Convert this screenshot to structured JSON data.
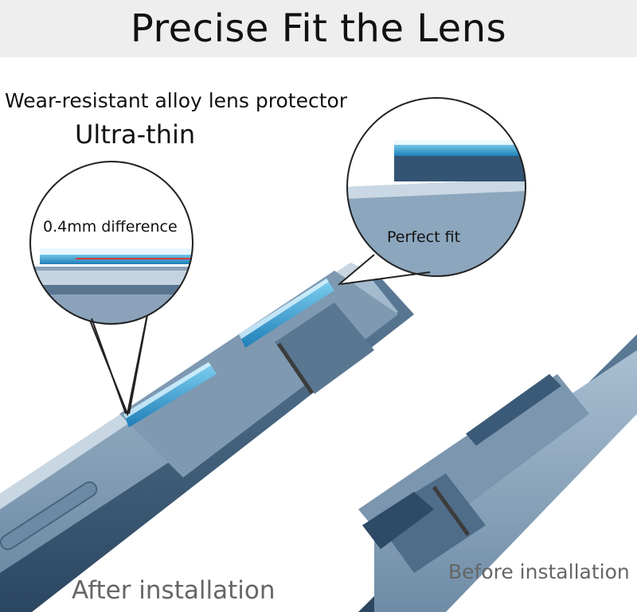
{
  "title": "Precise Fit the Lens",
  "captions": {
    "material": "Wear-resistant alloy lens protector",
    "thickness": "Ultra-thin",
    "difference": "0.4mm difference",
    "fit": "Perfect fit",
    "after": "After installation",
    "before": "Before installation"
  },
  "colors": {
    "title_bar": "#eeeeee",
    "phone_body": "#8ea7bd",
    "phone_dark": "#2f4a63",
    "lens_ring": "#3fa6d8",
    "frame_edge": "#4d6a85"
  }
}
